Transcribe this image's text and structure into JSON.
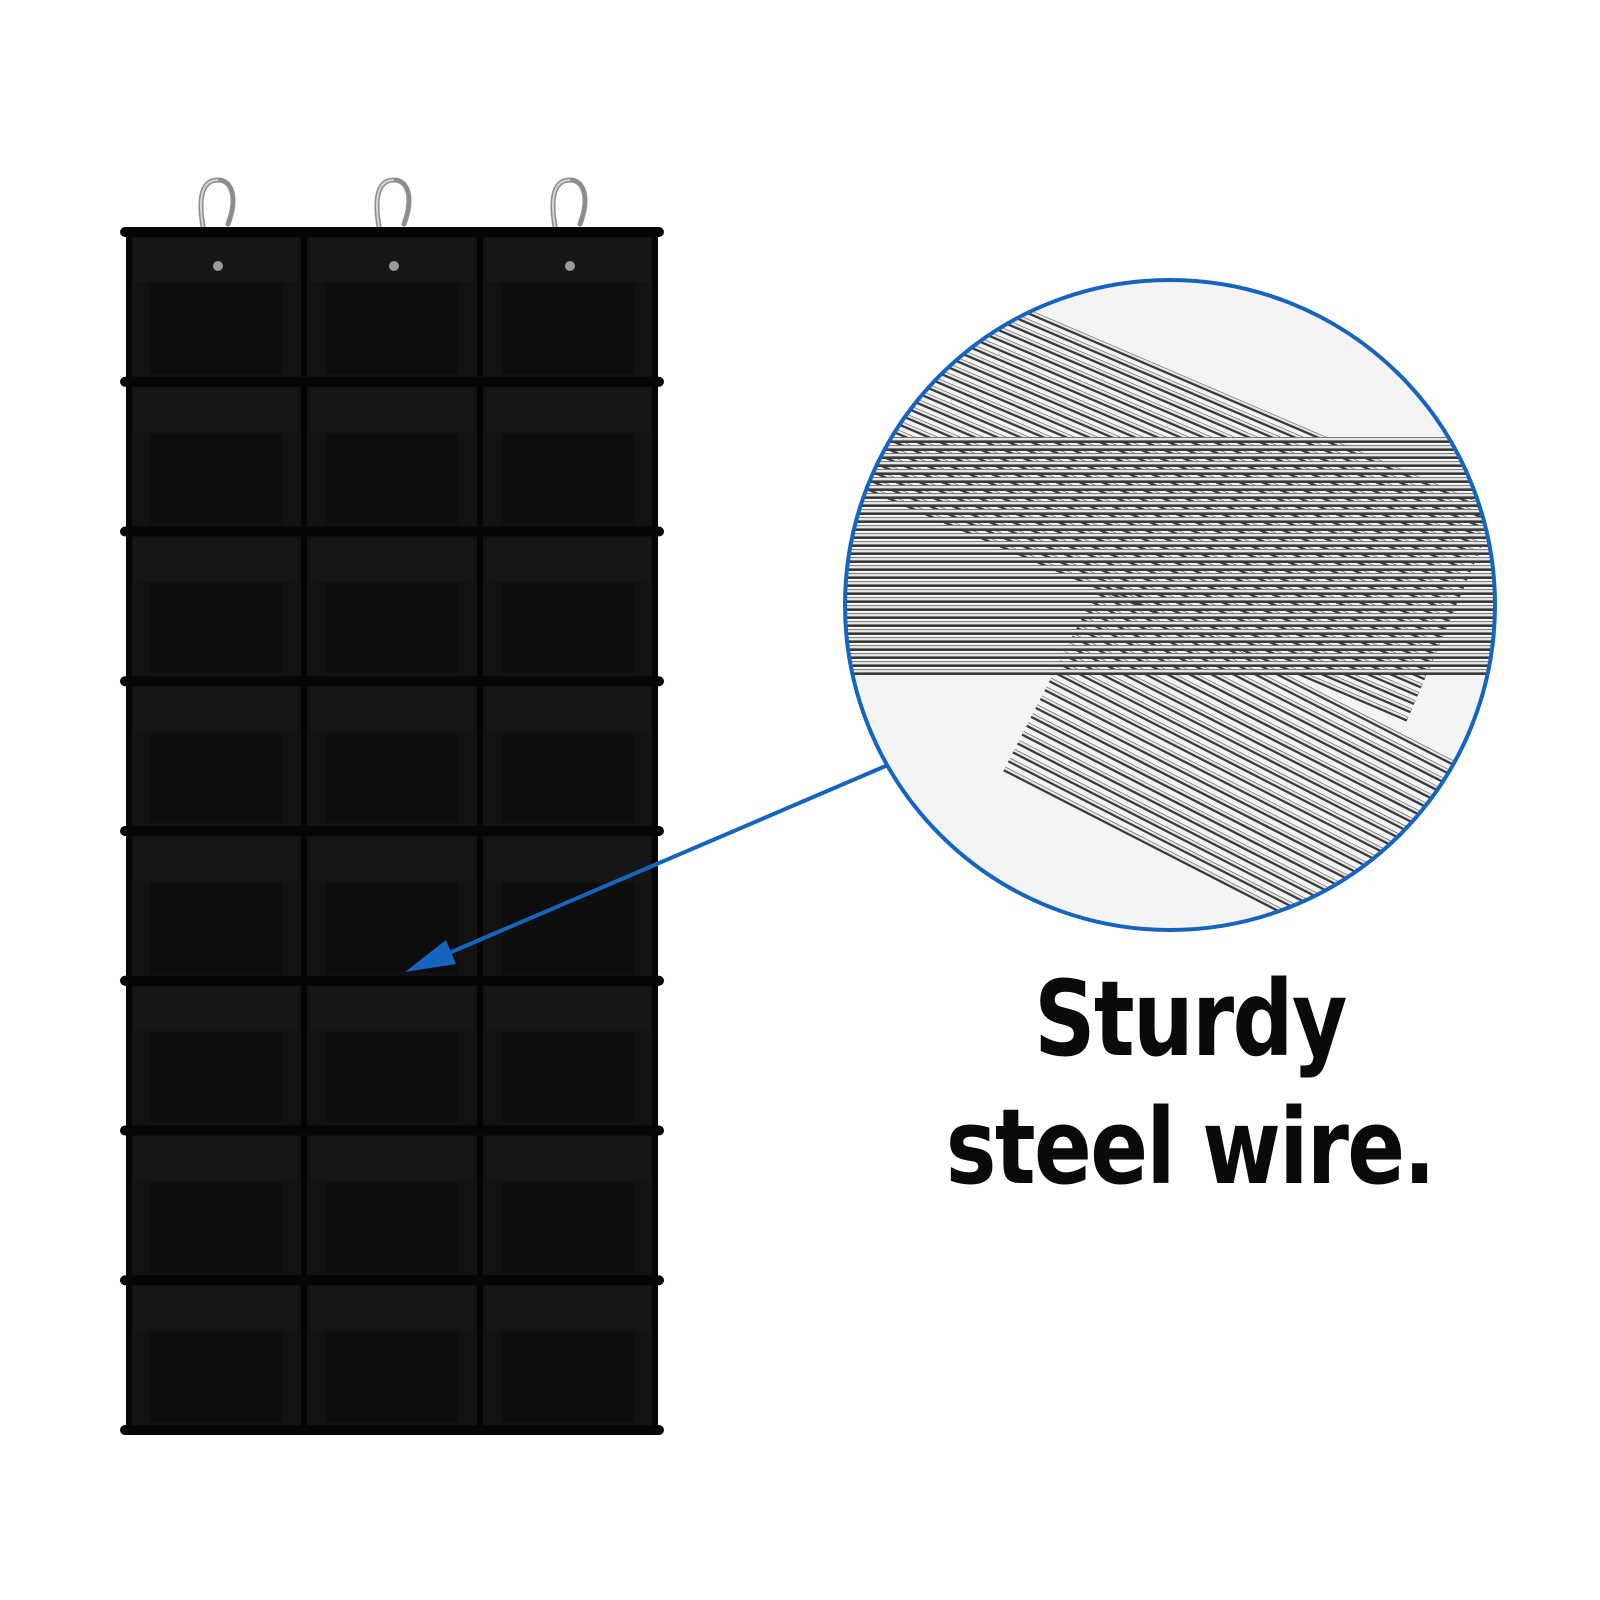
{
  "organizer": {
    "rows": 8,
    "columns": 3,
    "hook_count": 3,
    "fabric_color": "#111313",
    "inner_color": "#0c0d0d",
    "edge_color": "#050505"
  },
  "callout": {
    "accent_color": "#1565c0",
    "wire_color": "#9a9a9a",
    "caption_line1": "Sturdy",
    "caption_line2": "steel wire."
  }
}
